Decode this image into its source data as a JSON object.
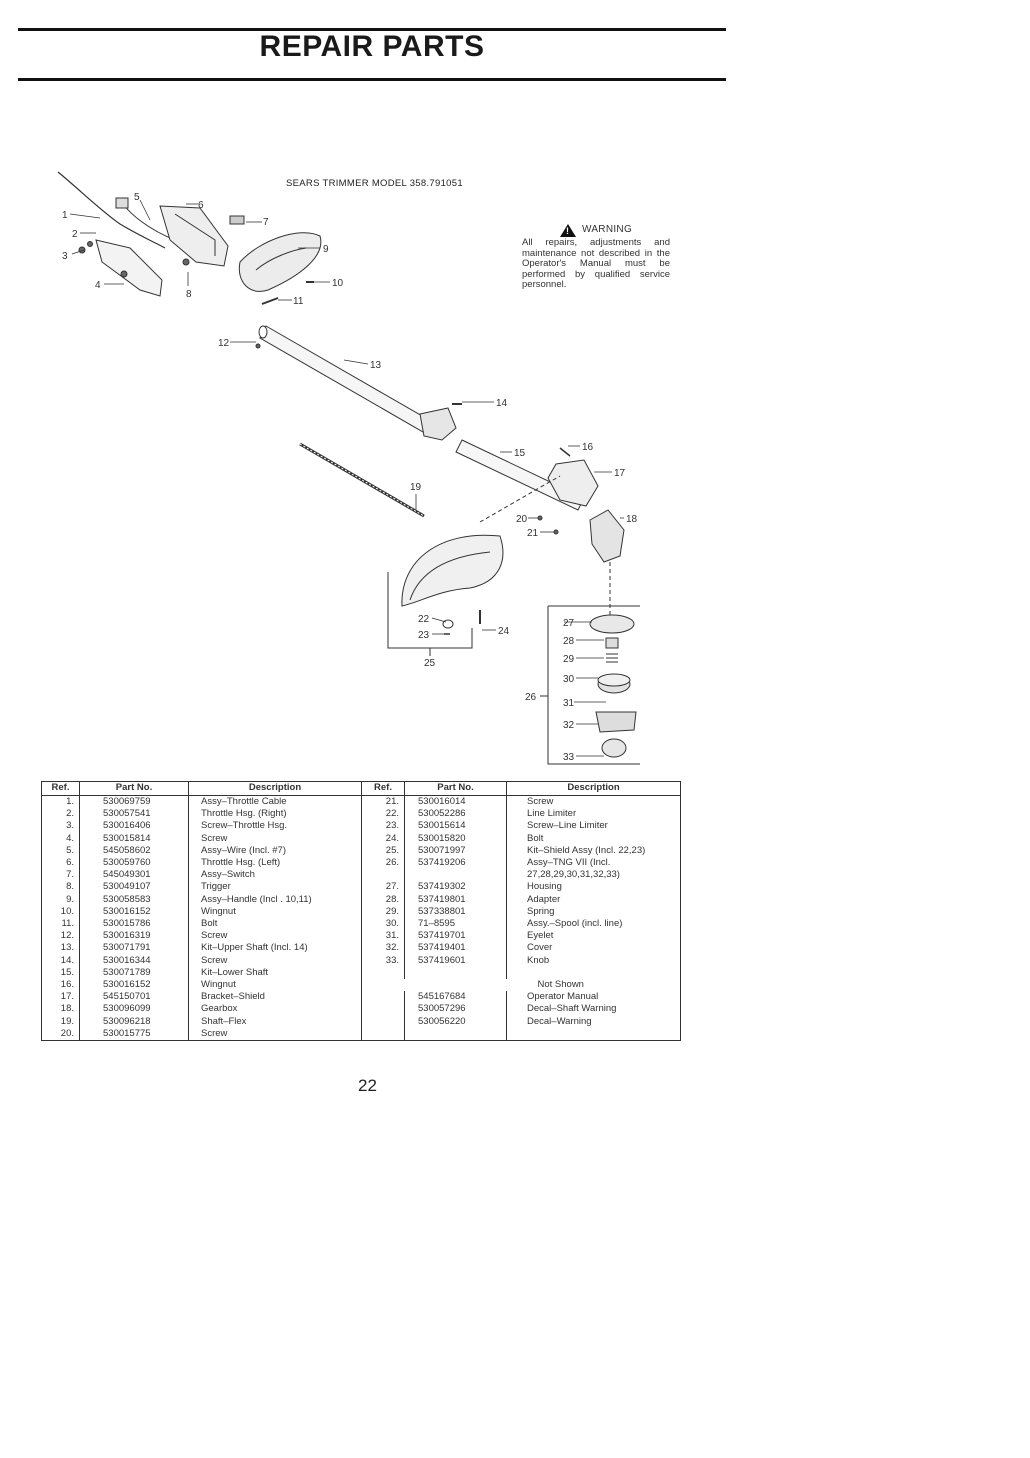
{
  "header": {
    "title": "REPAIR PARTS"
  },
  "diagram": {
    "model_title": "SEARS TRIMMER MODEL 358.791051",
    "callouts": [
      "1",
      "2",
      "3",
      "4",
      "5",
      "6",
      "7",
      "8",
      "9",
      "10",
      "11",
      "12",
      "13",
      "14",
      "15",
      "16",
      "17",
      "18",
      "19",
      "20",
      "21",
      "22",
      "23",
      "24",
      "25",
      "26",
      "27",
      "28",
      "29",
      "30",
      "31",
      "32",
      "33"
    ]
  },
  "warning": {
    "heading": "WARNING",
    "text": "All repairs, adjustments and maintenance not described in the Operator's Manual must be performed by qualified service personnel."
  },
  "table": {
    "headers": [
      "Ref.",
      "Part No.",
      "Description",
      "Ref.",
      "Part No.",
      "Description"
    ],
    "rows": [
      [
        "1.",
        "530069759",
        "Assy–Throttle Cable",
        "21.",
        "530016014",
        "Screw"
      ],
      [
        "2.",
        "530057541",
        "Throttle Hsg. (Right)",
        "22.",
        "530052286",
        "Line Limiter"
      ],
      [
        "3.",
        "530016406",
        "Screw–Throttle Hsg.",
        "23.",
        "530015614",
        "Screw–Line Limiter"
      ],
      [
        "4.",
        "530015814",
        "Screw",
        "24.",
        "530015820",
        "Bolt"
      ],
      [
        "5.",
        "545058602",
        "Assy–Wire (Incl. #7)",
        "25.",
        "530071997",
        "Kit–Shield Assy (Incl. 22,23)"
      ],
      [
        "6.",
        "530059760",
        "Throttle Hsg. (Left)",
        "26.",
        "537419206",
        "Assy–TNG VII (Incl."
      ],
      [
        "7.",
        "545049301",
        "Assy–Switch",
        "",
        "",
        "27,28,29,30,31,32,33)"
      ],
      [
        "8.",
        "530049107",
        "Trigger",
        "27.",
        "537419302",
        "Housing"
      ],
      [
        "9.",
        "530058583",
        "Assy–Handle (Incl . 10,11)",
        "28.",
        "537419801",
        "Adapter"
      ],
      [
        "10.",
        "530016152",
        "Wingnut",
        "29.",
        "537338801",
        "Spring"
      ],
      [
        "11.",
        "530015786",
        "Bolt",
        "30.",
        "71–8595",
        "Assy.–Spool (incl. line)"
      ],
      [
        "12.",
        "530016319",
        "Screw",
        "31.",
        "537419701",
        "Eyelet"
      ],
      [
        "13.",
        "530071791",
        "Kit–Upper Shaft (Incl. 14)",
        "32.",
        "537419401",
        "Cover"
      ],
      [
        "14.",
        "530016344",
        "Screw",
        "33.",
        "537419601",
        "Knob"
      ],
      [
        "15.",
        "530071789",
        "Kit–Lower Shaft",
        "",
        "",
        ""
      ],
      [
        "16.",
        "530016152",
        "Wingnut",
        "",
        "",
        ""
      ],
      [
        "17.",
        "545150701",
        "Bracket–Shield",
        "",
        "545167684",
        "Operator Manual"
      ],
      [
        "18.",
        "530096099",
        "Gearbox",
        "",
        "530057296",
        "Decal–Shaft Warning"
      ],
      [
        "19.",
        "530096218",
        "Shaft–Flex",
        "",
        "530056220",
        "Decal–Warning"
      ],
      [
        "20.",
        "530015775",
        "Screw",
        "",
        "",
        ""
      ]
    ],
    "not_shown_label": "Not Shown"
  },
  "page_number": "22"
}
